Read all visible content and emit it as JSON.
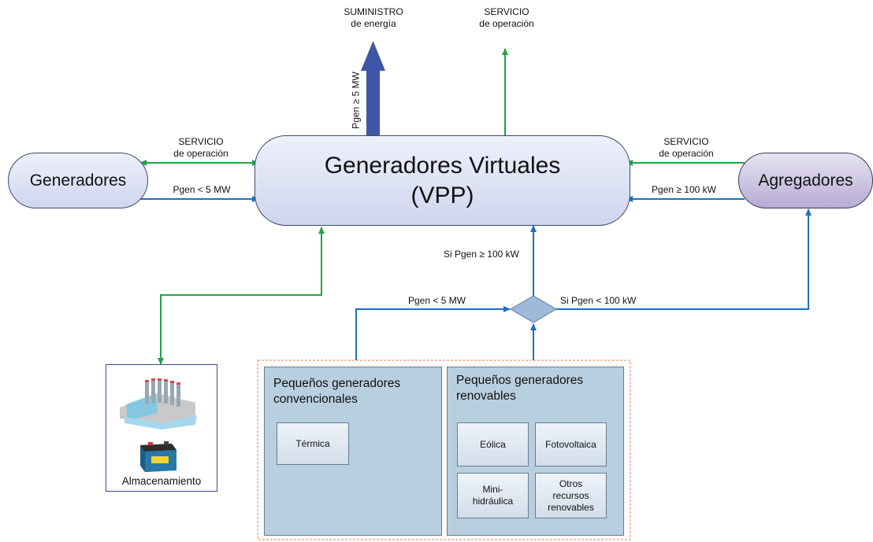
{
  "nodes": {
    "vpp": "Generadores Virtuales\n(VPP)",
    "generadores": "Generadores",
    "agregadores": "Agregadores"
  },
  "labels": {
    "suministro": "SUMINISTRO\nde energía",
    "servicio_top": "SERVICIO\nde operación",
    "servicio_left": "SERVICIO\nde operación",
    "servicio_right": "SERVICIO\nde operación",
    "pgen_ge_5": "Pgen ≥ 5 MW",
    "pgen_lt_5_left": "Pgen < 5 MW",
    "pgen_ge_100": "Pgen ≥  100 kW",
    "si_pgen_ge_100": "Si Pgen ≥  100 kW",
    "pgen_lt_5_mid": "Pgen < 5 MW",
    "si_pgen_lt_100": "Si Pgen <  100 kW"
  },
  "storage": {
    "label": "Almacenamiento"
  },
  "conventional": {
    "title": "Pequeños generadores\nconvencionales",
    "items": [
      "Térmica"
    ]
  },
  "renewable": {
    "title": "Pequeños generadores\nrenovables",
    "items": [
      "Eólica",
      "Fotovoltaica",
      "Mini-\nhidráulica",
      "Otros\nrecursos\nrenovables"
    ]
  },
  "colors": {
    "green": "#22a24a",
    "blue": "#1f6fc2",
    "supply": "#3f55a7"
  }
}
